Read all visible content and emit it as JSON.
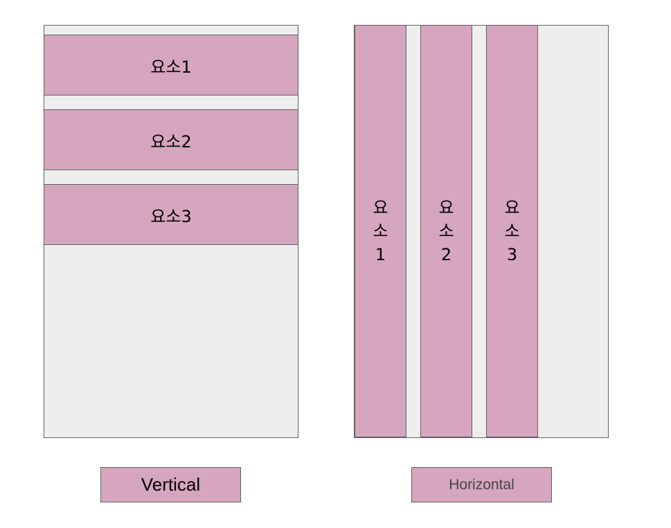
{
  "colors": {
    "panel_fill": "#eeeeee",
    "element_fill": "#d5a6bd",
    "border": "#5f5f5f",
    "caption_text_vertical": "#000000",
    "caption_text_horizontal": "#444444"
  },
  "vertical": {
    "items": [
      "요소1",
      "요소2",
      "요소3"
    ],
    "caption": "Vertical"
  },
  "horizontal": {
    "items": [
      {
        "chars": [
          "요",
          "소",
          "1"
        ]
      },
      {
        "chars": [
          "요",
          "소",
          "2"
        ]
      },
      {
        "chars": [
          "요",
          "소",
          "3"
        ]
      }
    ],
    "caption": "Horizontal"
  }
}
